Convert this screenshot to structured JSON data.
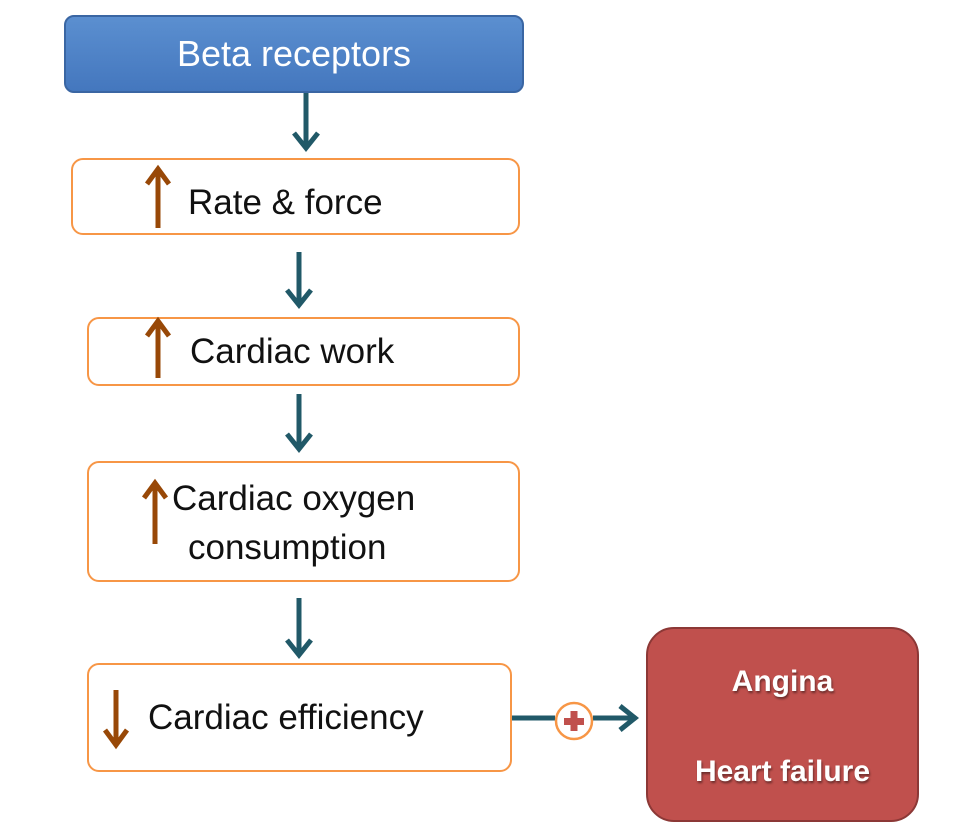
{
  "diagram": {
    "header": "Beta receptors",
    "steps": [
      {
        "direction": "up",
        "line1": "Rate & force",
        "line2": ""
      },
      {
        "direction": "up",
        "line1": "Cardiac work",
        "line2": ""
      },
      {
        "direction": "up",
        "line1": "Cardiac oxygen",
        "line2": "consumption"
      },
      {
        "direction": "down",
        "line1": "Cardiac efficiency",
        "line2": ""
      }
    ],
    "outcome": {
      "line1": "Angina",
      "line2": "Heart failure"
    },
    "connector_sign": "plus"
  },
  "colors": {
    "header_fill": "#4f81bd",
    "step_border": "#f79646",
    "flow_arrow": "#215968",
    "indicator_arrow": "#984807",
    "outcome_fill": "#c0504d",
    "plus_sign": "#c0504d"
  }
}
